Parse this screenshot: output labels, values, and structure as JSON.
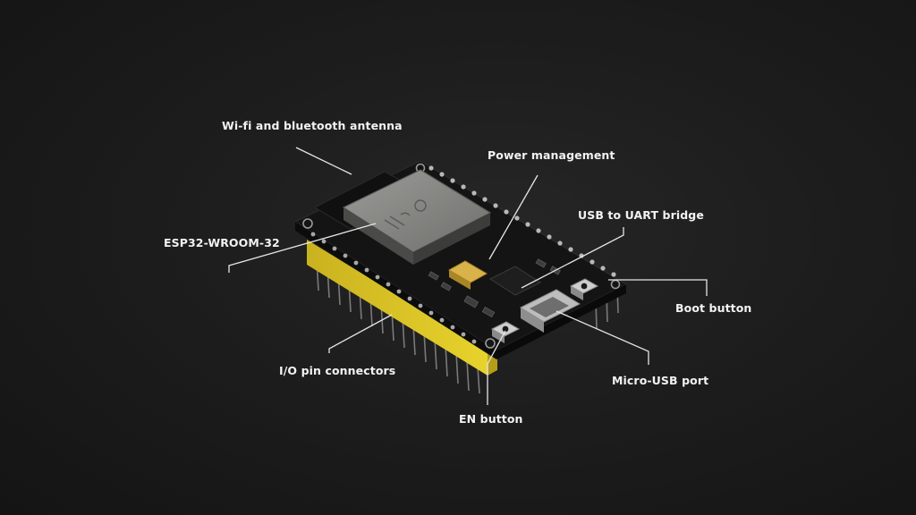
{
  "labels": {
    "antenna": "Wi-fi and bluetooth antenna",
    "power": "Power management",
    "usb_uart": "USB to UART bridge",
    "module": "ESP32-WROOM-32",
    "boot": "Boot button",
    "io_pins": "I/O pin connectors",
    "micro_usb": "Micro-USB port",
    "en_button": "EN button"
  },
  "colors": {
    "background": "#1d1d1d",
    "pcb": "#151515",
    "header_pins": "#e3cc2a",
    "leader_lines": "#e6e6e6",
    "label_text": "#f2f2f2"
  }
}
